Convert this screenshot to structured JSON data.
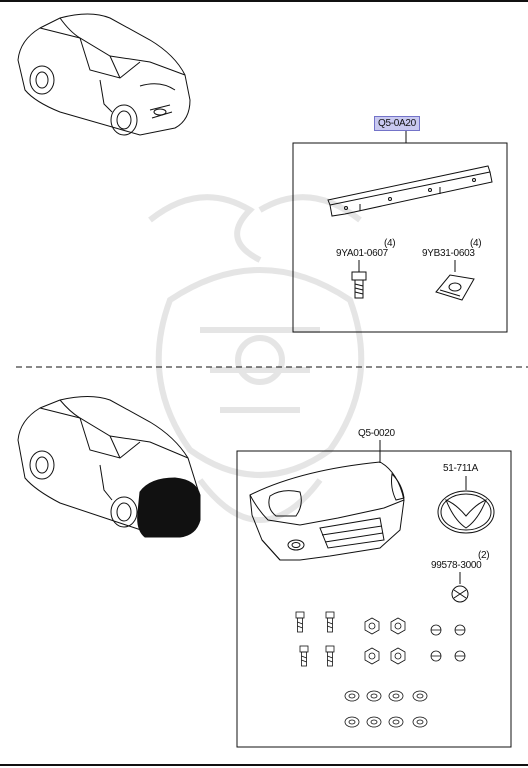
{
  "colors": {
    "highlight_fill": "#c9c9f0",
    "highlight_border": "#7373c8",
    "line": "#111111",
    "watermark": "#dcdcdc"
  },
  "upper": {
    "assembly_part": "Q5-0A20",
    "parts": [
      {
        "number": "9YA01-0607",
        "qty": "(4)"
      },
      {
        "number": "9YB31-0603",
        "qty": "(4)"
      }
    ]
  },
  "lower": {
    "assembly_part": "Q5-0020",
    "emblem_part": "51-711A",
    "clip_part": {
      "number": "99578-3000",
      "qty": "(2)"
    }
  }
}
